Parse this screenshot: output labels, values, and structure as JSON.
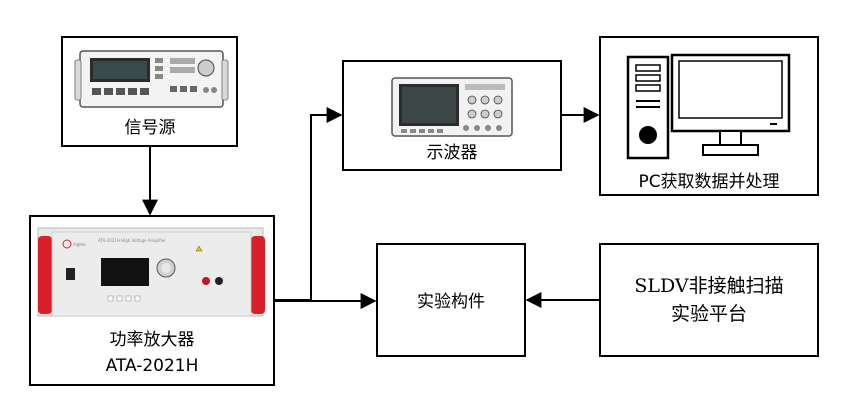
{
  "nodes": {
    "signal_source": {
      "label": "信号源"
    },
    "oscilloscope": {
      "label": "示波器"
    },
    "pc": {
      "label": "PC获取数据并处理"
    },
    "amplifier": {
      "label_line1": "功率放大器",
      "label_line2": "ATA-2021H",
      "panel_text": "ATA-2021H High Voltage Amplifier",
      "brand": "Aigtek"
    },
    "specimen": {
      "label": "实验构件"
    },
    "sldv": {
      "label_line1": "SLDV非接触扫描",
      "label_line2": "实验平台"
    }
  },
  "colors": {
    "stroke": "#000000",
    "amp_red": "#d8202a",
    "amp_body": "#e9e9e9",
    "screen": "#111111"
  }
}
